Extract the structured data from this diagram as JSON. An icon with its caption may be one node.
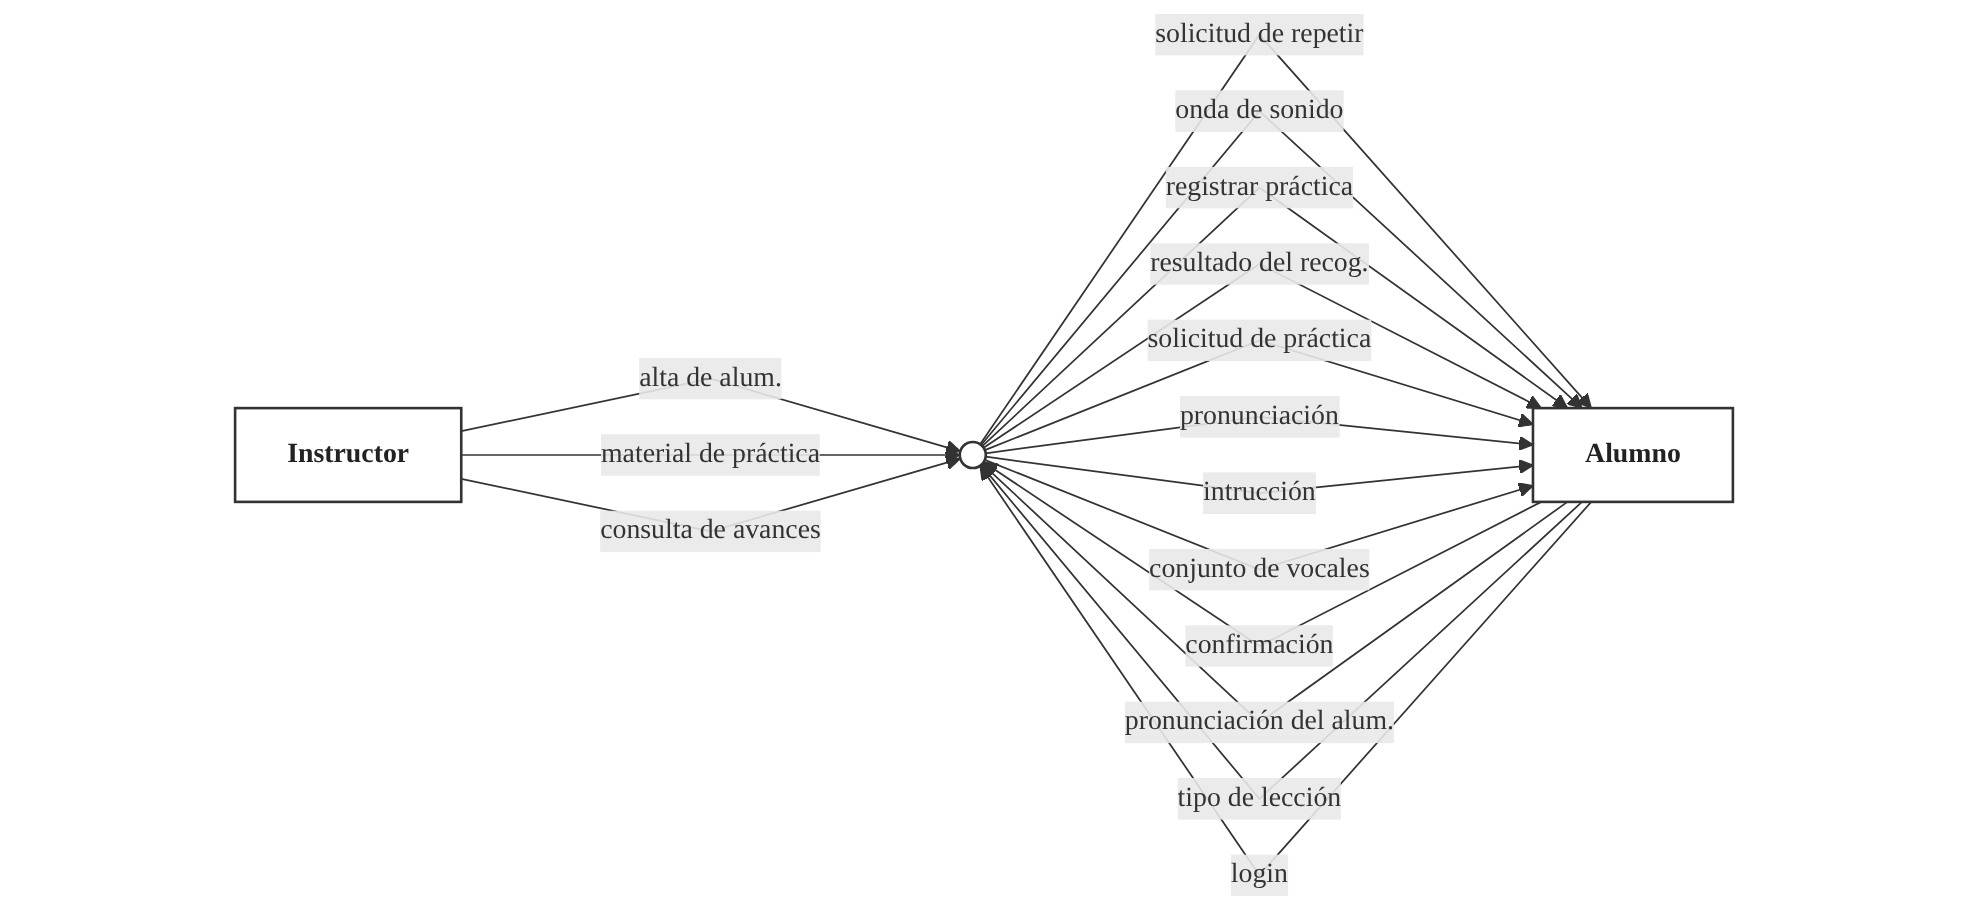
{
  "diagram": {
    "nodes": [
      {
        "text": [],
        "shape": "circle"
      },
      {
        "text": [
          "Alumno"
        ]
      },
      {
        "text": [
          "Instructor"
        ]
      }
    ],
    "edges": [
      {
        "from": 1,
        "to": 0,
        "arrow": "to",
        "label": "confirmación"
      },
      {
        "from": 0,
        "to": 1,
        "arrow": "to",
        "label": "solicitud de repetir"
      },
      {
        "from": 0,
        "to": 1,
        "arrow": "to",
        "label": "onda de sonido"
      },
      {
        "from": 0,
        "to": 1,
        "arrow": "to",
        "label": "registrar práctica"
      },
      {
        "from": 0,
        "to": 1,
        "arrow": "to",
        "label": "resultado del recog."
      },
      {
        "from": 1,
        "to": 0,
        "arrow": "to",
        "label": "pronunciación del alum."
      },
      {
        "from": 0,
        "to": 1,
        "arrow": "to",
        "label": "solicitud de práctica"
      },
      {
        "from": 0,
        "to": 1,
        "arrow": "to",
        "label": "pronunciación"
      },
      {
        "from": 0,
        "to": 1,
        "arrow": "to",
        "label": "intrucción"
      },
      {
        "from": 1,
        "to": 0,
        "arrow": "to",
        "label": "tipo de lección"
      },
      {
        "from": 0,
        "to": 1,
        "arrow": "to",
        "label": "conjunto de vocales"
      },
      {
        "from": 1,
        "to": 0,
        "arrow": "to",
        "label": "login"
      },
      {
        "from": 2,
        "to": 0,
        "arrow": "to",
        "label": "alta de alum."
      },
      {
        "from": 2,
        "to": 0,
        "arrow": "to",
        "label": "material de práctica"
      },
      {
        "from": 2,
        "to": 0,
        "arrow": "to",
        "label": "consulta de avances"
      }
    ]
  }
}
